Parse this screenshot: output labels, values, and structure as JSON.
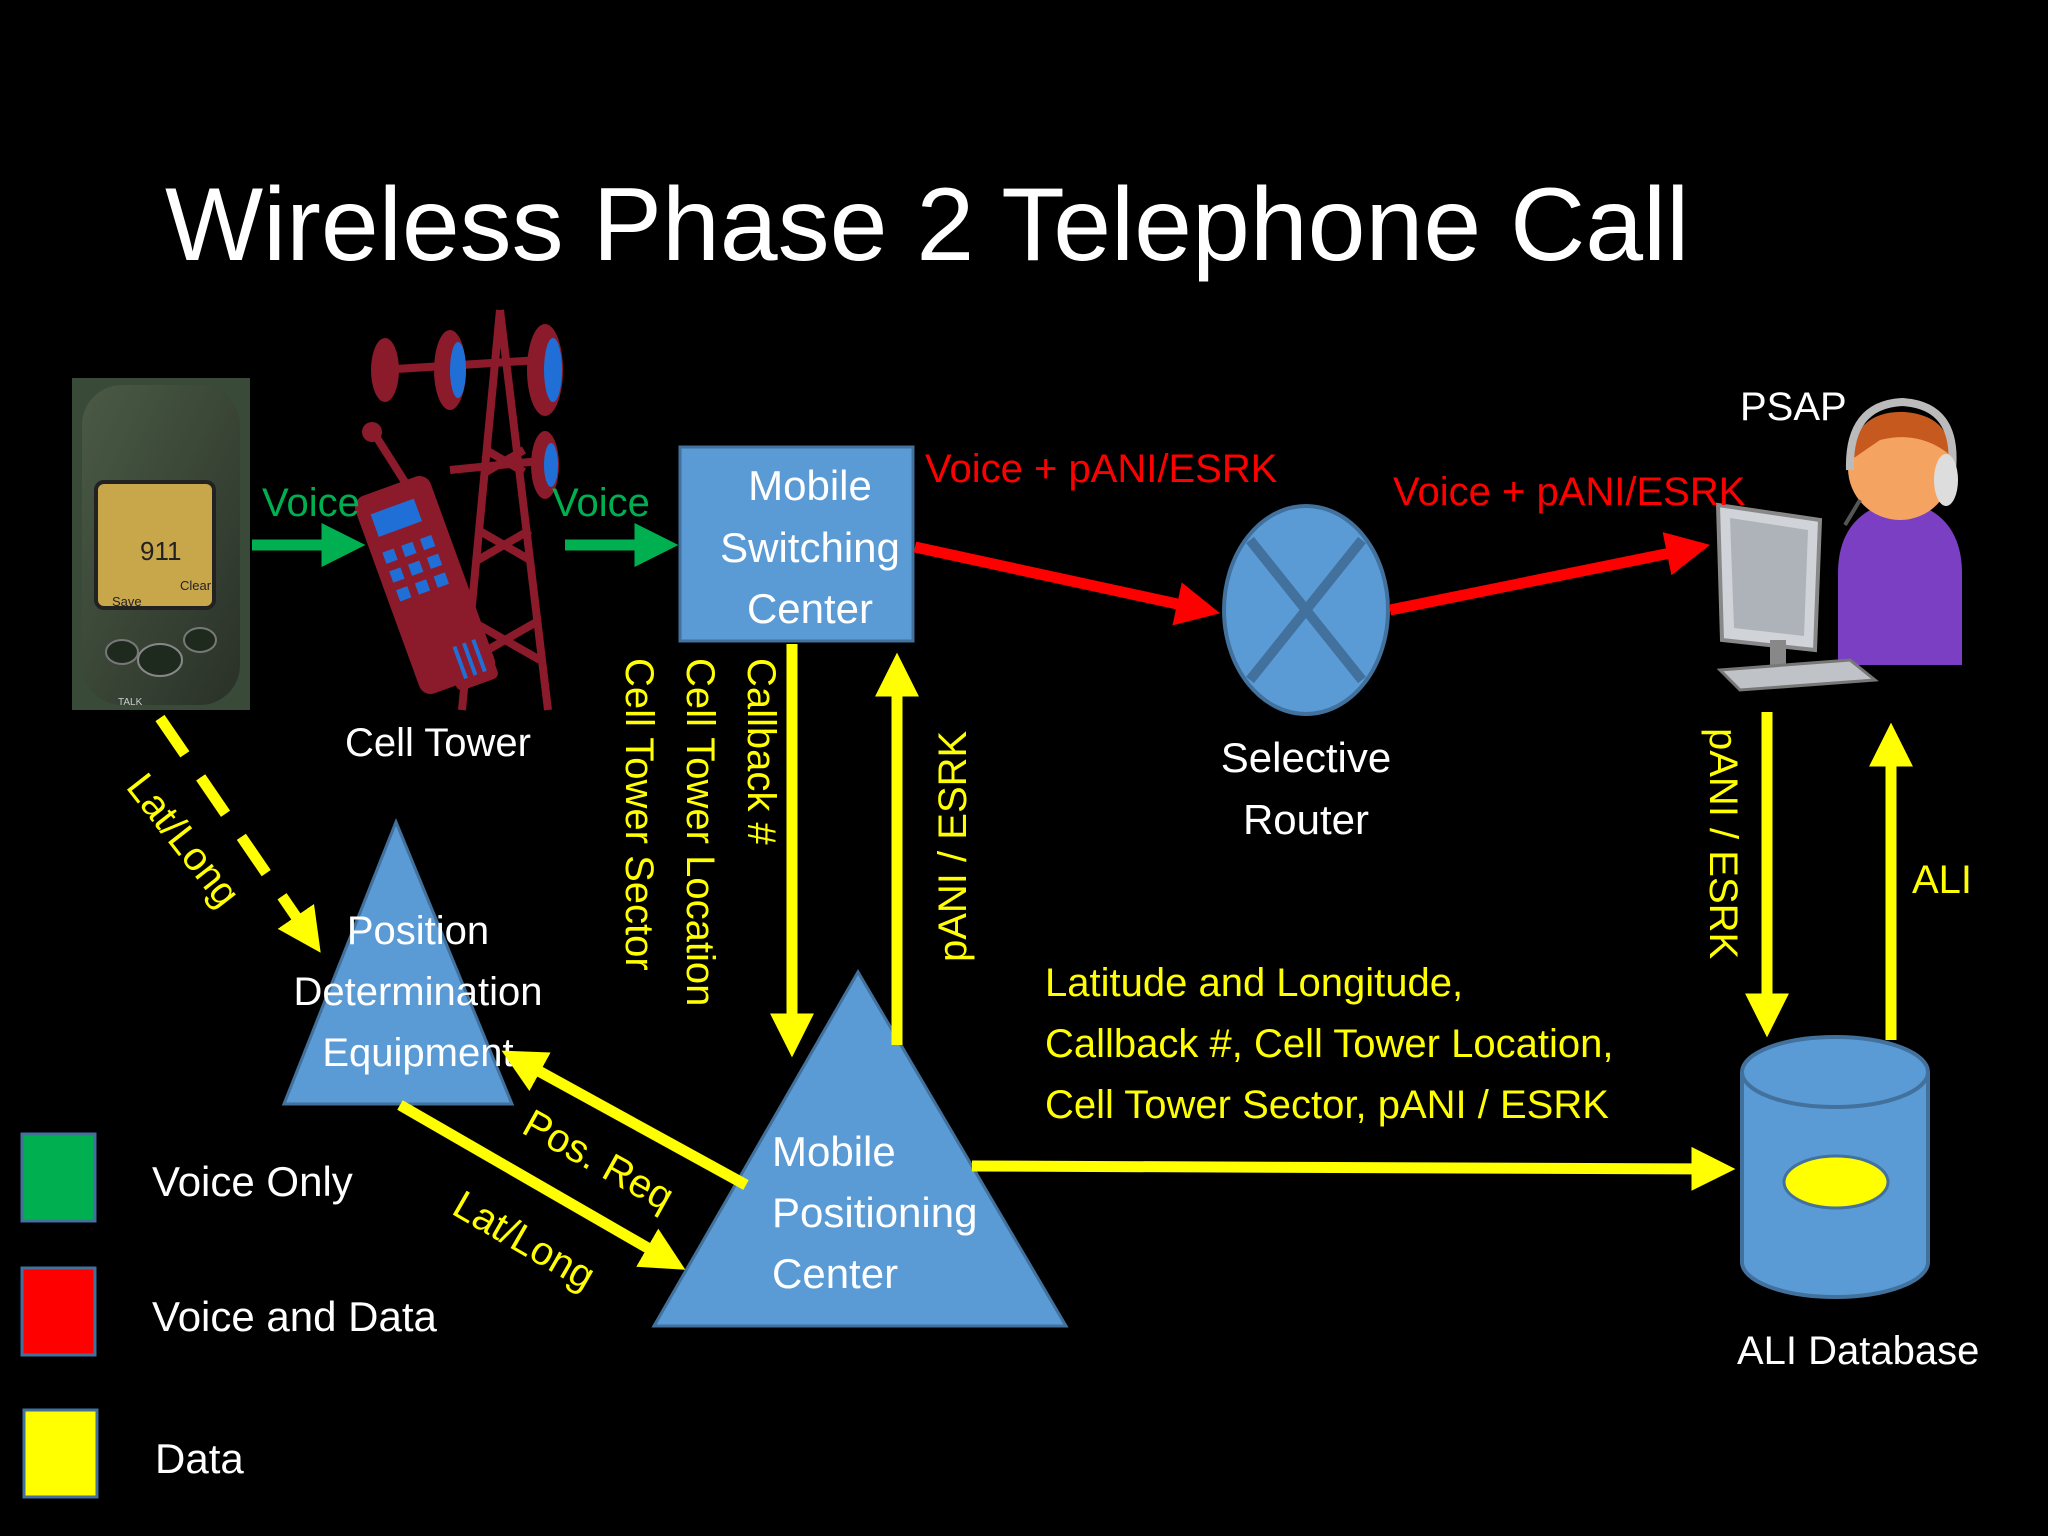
{
  "title": "Wireless Phase 2 Telephone Call",
  "colors": {
    "background": "#000000",
    "voice": "#00B050",
    "voice_data": "#FF0000",
    "data": "#FFFF00",
    "node_fill": "#5B9BD5",
    "node_stroke": "#41719C",
    "tower": "#8B1A2B",
    "text": "#FFFFFF"
  },
  "phone": {
    "screen_text": "911",
    "key_left": "Save",
    "key_right": "Clear",
    "key_talk": "TALK"
  },
  "nodes": {
    "cell_tower": "Cell Tower",
    "msc": [
      "Mobile",
      "Switching",
      "Center"
    ],
    "selective_router": [
      "Selective",
      "Router"
    ],
    "psap": "PSAP",
    "pde": [
      "Position",
      "Determination",
      "Equipment"
    ],
    "mpc": [
      "Mobile",
      "Positioning",
      "Center"
    ],
    "ali_database": "ALI Database"
  },
  "flows": {
    "phone_to_tower": "Voice",
    "tower_to_msc": "Voice",
    "msc_to_router": "Voice + pANI/ESRK",
    "router_to_psap": "Voice + pANI/ESRK",
    "phone_to_pde": "Lat/Long",
    "msc_to_mpc": [
      "Callback #",
      "Cell Tower Location",
      "Cell Tower Sector"
    ],
    "mpc_to_msc": "pANI / ESRK",
    "psap_to_ali": "pANI / ESRK",
    "ali_to_psap": "ALI",
    "mpc_to_pde": "Pos. Req",
    "pde_to_mpc": "Lat/Long",
    "mpc_to_ali": [
      "Latitude and Longitude,",
      "Callback #, Cell Tower Location,",
      "Cell Tower Sector, pANI / ESRK"
    ]
  },
  "legend": [
    {
      "label": "Voice Only",
      "color": "#00B050"
    },
    {
      "label": "Voice and Data",
      "color": "#FF0000"
    },
    {
      "label": "Data",
      "color": "#FFFF00"
    }
  ],
  "icons": {
    "phone": "cell-phone-icon",
    "tower": "cell-tower-icon",
    "operator": "psap-operator-icon",
    "router": "router-x-icon",
    "database": "database-cylinder-icon"
  }
}
